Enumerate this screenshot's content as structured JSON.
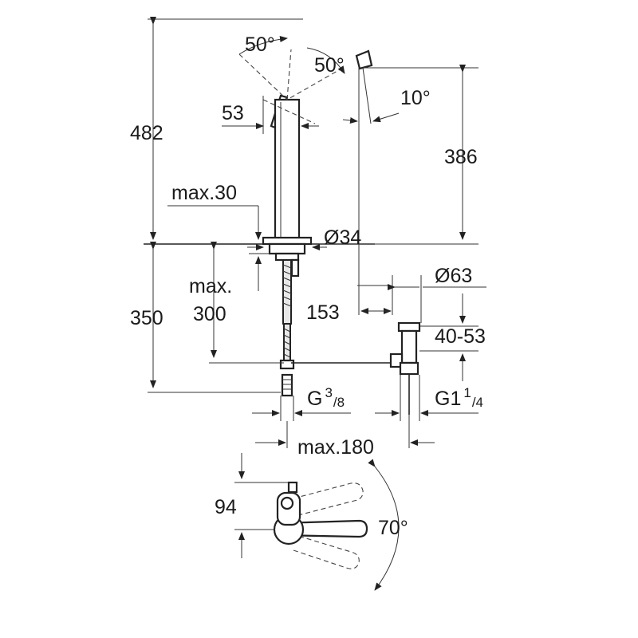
{
  "drawing": {
    "dimensions": {
      "h482": "482",
      "h386": "386",
      "h350": "350",
      "a50_left": "50°",
      "a50_right": "50°",
      "a10": "10°",
      "d53": "53",
      "max30": "max.30",
      "dia34": "Ø34",
      "max300_line1": "max.",
      "max300_line2": "300",
      "d153": "153",
      "dia63": "Ø63",
      "r40_53": "40-53",
      "g38_main": "G",
      "g38_sup": "3",
      "g38_sub": "/8",
      "g114_main": "G1",
      "g114_sup": "1",
      "g114_sub": "/4",
      "max180": "max.180",
      "d94": "94",
      "a70": "70°"
    }
  }
}
